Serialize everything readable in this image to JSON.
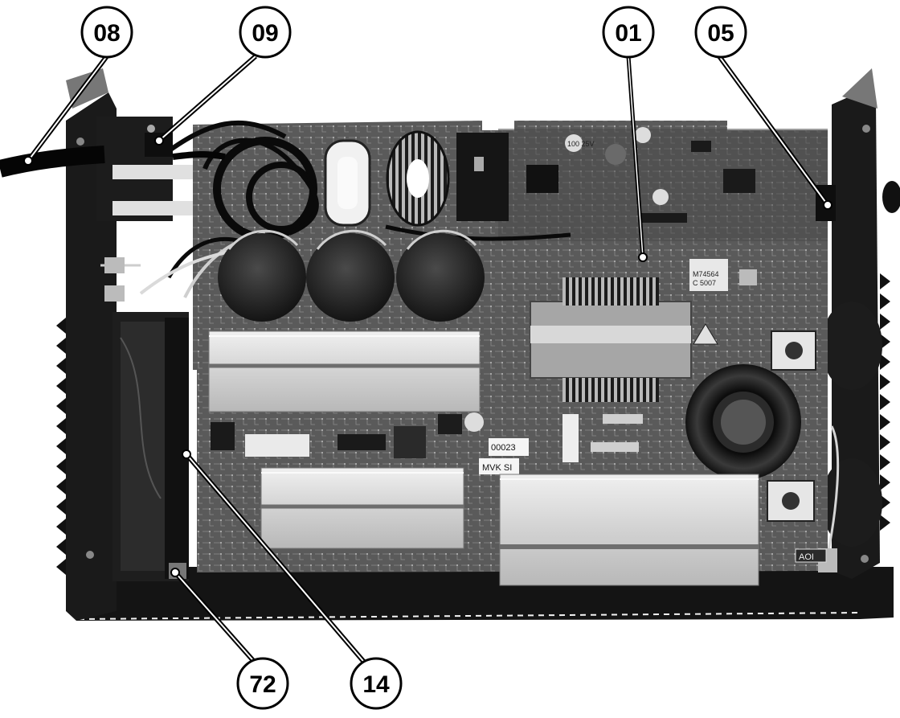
{
  "callouts": {
    "c08": "08",
    "c09": "09",
    "c01": "01",
    "c05": "05",
    "c72": "72",
    "c14": "14"
  },
  "pcb_markings": {
    "label_00023": "00023",
    "label_mvk": "MVK SI",
    "label_aoi": "AOI",
    "label_m74564": "M74564",
    "label_c5007": "C 5007",
    "label_cap_100_25v": "100 25V"
  },
  "colors": {
    "housing": "#151515",
    "pcb": "#4d4d4d",
    "heatsink": "#d4d4d4",
    "capacitor": "#262626",
    "callout_outline": "#000000"
  }
}
